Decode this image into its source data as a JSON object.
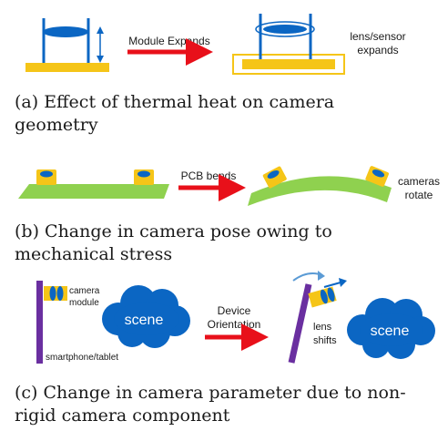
{
  "colors": {
    "blue": "#0b66c3",
    "yellow": "#f5c518",
    "red": "#e8101a",
    "green": "#8fd14f",
    "purple": "#6a2fa0",
    "white": "#ffffff"
  },
  "panel_a": {
    "arrow_label": "Module Expands",
    "note_line1": "lens/sensor",
    "note_line2": "expands",
    "caption": "(a) Effect of thermal heat on camera geometry"
  },
  "panel_b": {
    "arrow_label": "PCB bends",
    "note_line1": "cameras",
    "note_line2": "rotate",
    "caption": "(b) Change in camera pose owing to mechanical stress"
  },
  "panel_c": {
    "module_line1": "camera",
    "module_line2": "module",
    "device_label": "smartphone/tablet",
    "scene_left": "scene",
    "arrow_line1": "Device",
    "arrow_line2": "Orientation",
    "shift_line1": "lens",
    "shift_line2": "shifts",
    "scene_right": "scene",
    "caption": "(c) Change in camera parameter due to non-rigid camera component"
  }
}
